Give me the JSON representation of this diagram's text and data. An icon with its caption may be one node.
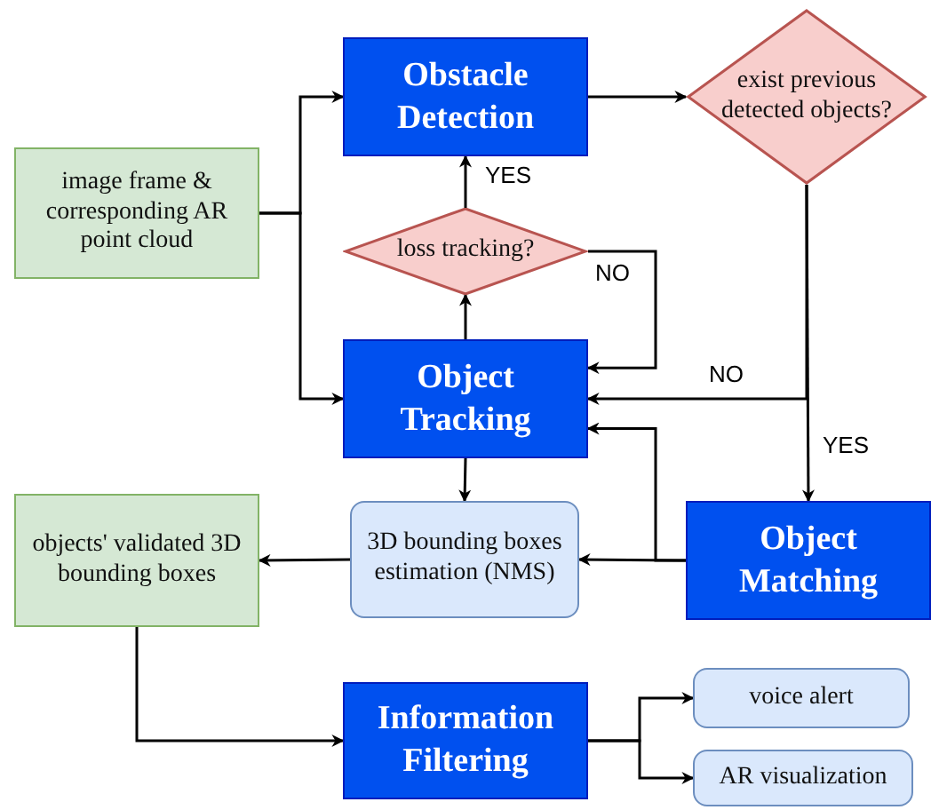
{
  "diagram": {
    "nodes": [
      {
        "text": [
          "Obstacle Detection"
        ]
      },
      {
        "text": [
          "exist previous detected objects?"
        ]
      },
      {
        "text": [
          "image frame & corresponding AR point cloud"
        ]
      },
      {
        "text": [
          "loss tracking?"
        ]
      },
      {
        "text": [
          "Object Tracking"
        ]
      },
      {
        "text": [
          "3D bounding boxes estimation (NMS)"
        ]
      },
      {
        "text": [
          "objects' validated 3D bounding boxes"
        ]
      },
      {
        "text": [
          "Object Matching"
        ]
      },
      {
        "text": [
          "Information Filtering"
        ]
      },
      {
        "text": [
          "voice alert"
        ]
      },
      {
        "text": [
          "AR visualization"
        ]
      }
    ],
    "edges": [
      {
        "from": 2,
        "to": 0,
        "arrow": "to"
      },
      {
        "from": 2,
        "to": 4,
        "arrow": "to"
      },
      {
        "from": 0,
        "to": 1,
        "arrow": "to"
      },
      {
        "from": 3,
        "to": 0,
        "arrow": "to",
        "label": "YES"
      },
      {
        "from": 4,
        "to": 3,
        "arrow": "to"
      },
      {
        "from": 3,
        "to": 4,
        "arrow": "to",
        "label": "NO"
      },
      {
        "from": 1,
        "to": 4,
        "arrow": "to",
        "label": "NO"
      },
      {
        "from": 1,
        "to": 7,
        "arrow": "to",
        "label": "YES"
      },
      {
        "from": 7,
        "to": 5,
        "arrow": "to"
      },
      {
        "from": 7,
        "to": 4,
        "arrow": "to"
      },
      {
        "from": 4,
        "to": 5,
        "arrow": "to"
      },
      {
        "from": 5,
        "to": 6,
        "arrow": "to"
      },
      {
        "from": 6,
        "to": 8,
        "arrow": "to"
      },
      {
        "from": 8,
        "to": 9,
        "arrow": "to"
      },
      {
        "from": 8,
        "to": 10,
        "arrow": "to"
      }
    ]
  }
}
